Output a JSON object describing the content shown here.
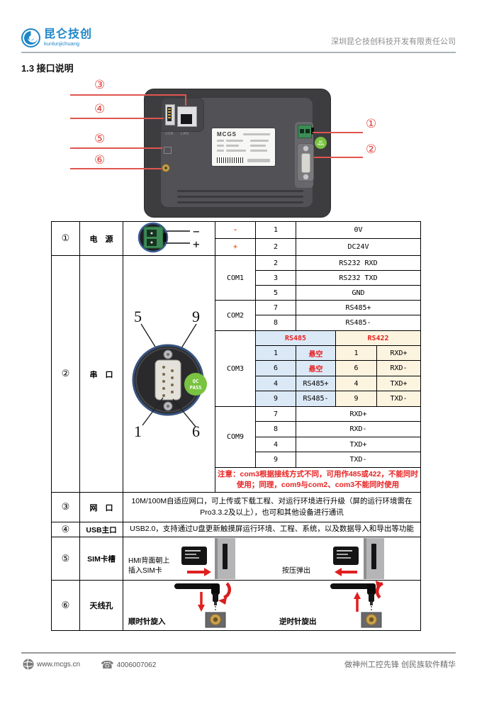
{
  "header": {
    "logo_title": "昆仑技创",
    "logo_subtitle": "kunlunjichuang",
    "company": "深圳昆仑技创科技开发有限责任公司"
  },
  "section_title": "1.3 接口说明",
  "device": {
    "usb_label": "USB",
    "lan_label": "LAN",
    "brand": "MCGS",
    "qc_line1": "QC",
    "qc_line2": "PASS",
    "callout_1": "①",
    "callout_2": "②",
    "callout_3": "③",
    "callout_4": "④",
    "callout_5": "⑤",
    "callout_6": "⑥"
  },
  "table": {
    "power": {
      "num": "①",
      "label": "电　源",
      "fig_minus": "−",
      "fig_plus": "+",
      "rows": [
        {
          "sign": "-",
          "pin": "1",
          "desc": "0V"
        },
        {
          "sign": "+",
          "pin": "2",
          "desc": "DC24V"
        }
      ]
    },
    "serial": {
      "num": "②",
      "label": "串　口",
      "pin5": "5",
      "pin9": "9",
      "pin1": "1",
      "pin6": "6",
      "qc_line1": "QC",
      "qc_line2": "PASS",
      "com1": {
        "name": "COM1",
        "rows": [
          [
            "2",
            "RS232 RXD"
          ],
          [
            "3",
            "RS232 TXD"
          ],
          [
            "5",
            "GND"
          ]
        ]
      },
      "com2": {
        "name": "COM2",
        "rows": [
          [
            "7",
            "RS485+"
          ],
          [
            "8",
            "RS485-"
          ]
        ]
      },
      "com3": {
        "name": "COM3",
        "h485": "RS485",
        "h422": "RS422",
        "rows": [
          [
            "1",
            "悬空",
            "1",
            "RXD+"
          ],
          [
            "6",
            "悬空",
            "6",
            "RXD-"
          ],
          [
            "4",
            "RS485+",
            "4",
            "TXD+"
          ],
          [
            "9",
            "RS485-",
            "9",
            "TXD-"
          ]
        ]
      },
      "com9": {
        "name": "COM9",
        "rows": [
          [
            "7",
            "RXD+"
          ],
          [
            "8",
            "RXD-"
          ],
          [
            "4",
            "TXD+"
          ],
          [
            "9",
            "TXD-"
          ]
        ]
      },
      "note": "注意：com3根据接线方式不同，可用作485或422，不能同时使用；同理，com9与com2、com3不能同时使用"
    },
    "net": {
      "num": "③",
      "label": "网　口",
      "desc": "10M/100M自适应网口，可上传或下载工程、对运行环境进行升级（屏的运行环境需在Pro3.3.2及以上），也可和其他设备进行通讯"
    },
    "usb": {
      "num": "④",
      "label": "USB主口",
      "desc": "USB2.0，支持通过U盘更新触摸屏运行环境、工程、系统，以及数据导入和导出等功能"
    },
    "sim": {
      "num": "⑤",
      "label": "SIM卡槽",
      "insert_line1": "HMI背面朝上",
      "insert_line2": "插入SIM卡",
      "eject": "按压弹出"
    },
    "antenna": {
      "num": "⑥",
      "label": "天线孔",
      "screw_in": "顺时针旋入",
      "screw_out": "逆时针旋出"
    }
  },
  "footer": {
    "website": "www.mcgs.cn",
    "phone": "4006007062",
    "slogan": "做神州工控先锋  创民族软件精华"
  },
  "colors": {
    "logo_blue": "#1d86c8",
    "accent_red": "#e0433c",
    "note_red": "#e82222",
    "rs485_bg": "#dbe9f7",
    "rs422_bg": "#fdf4e0",
    "qc_green": "#79c340"
  }
}
